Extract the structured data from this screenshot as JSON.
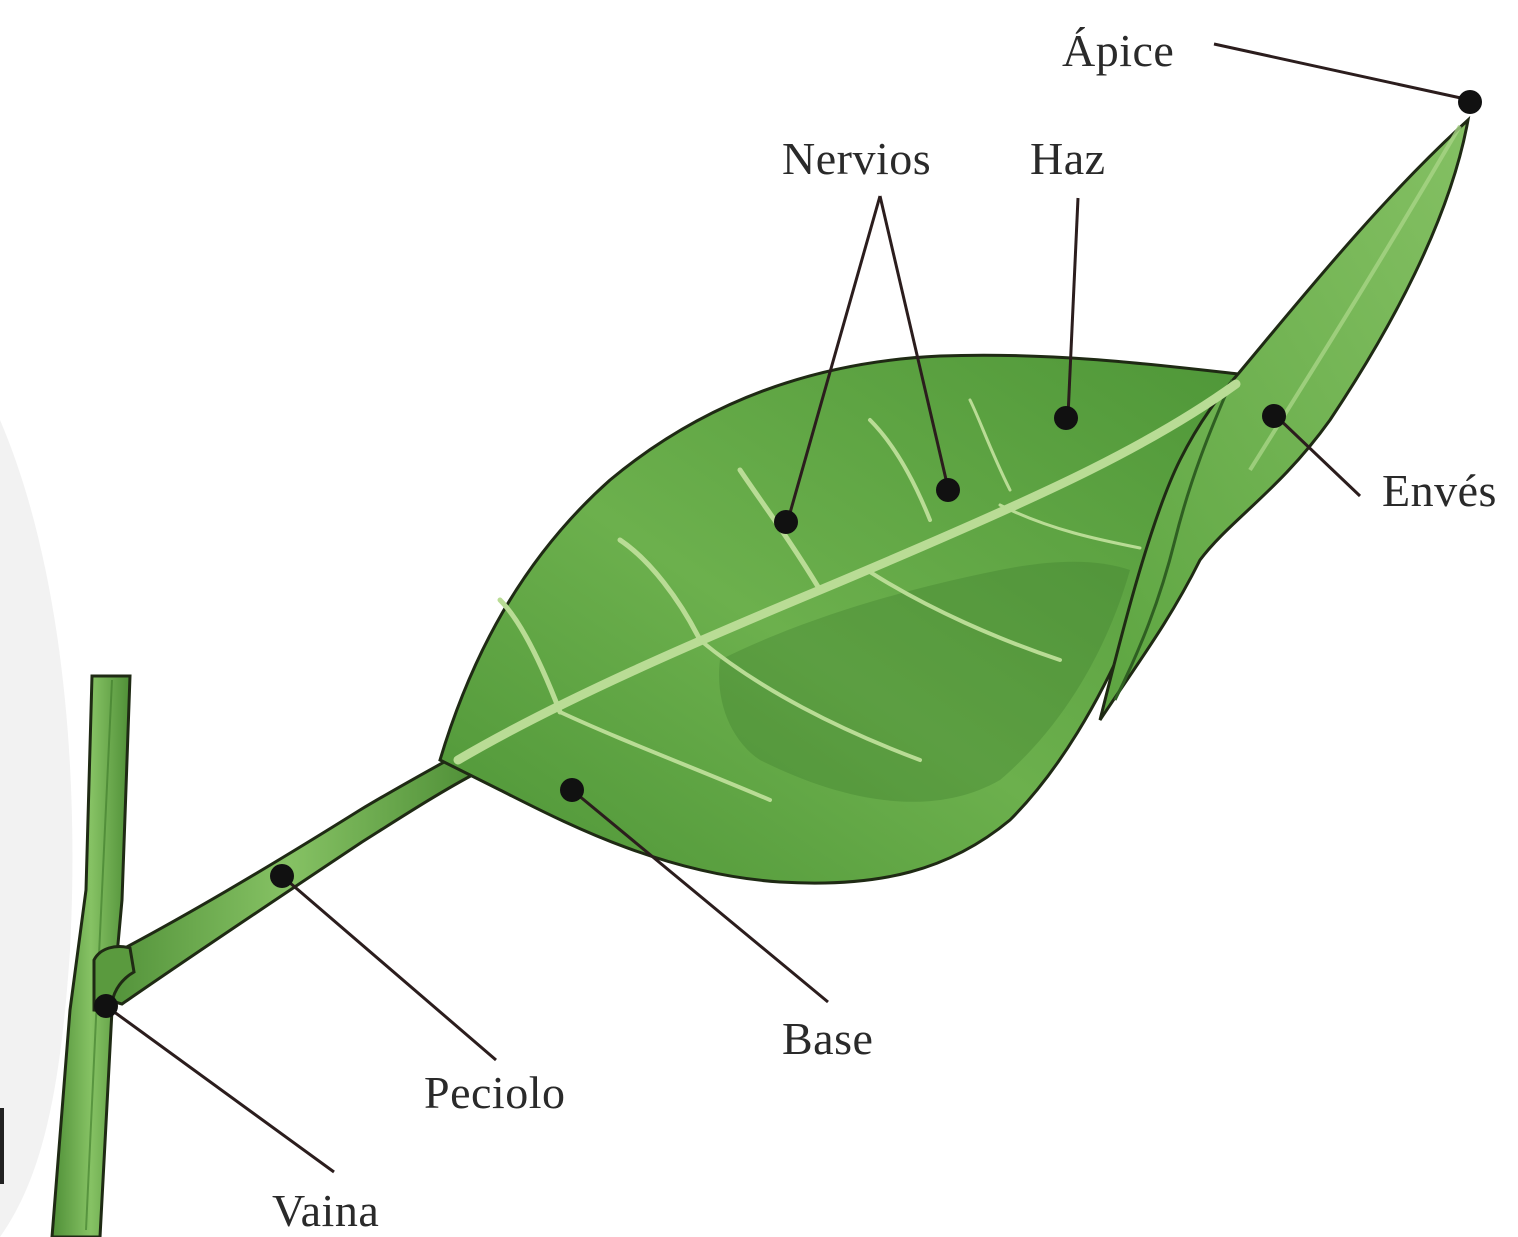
{
  "labels": {
    "apice": "Ápice",
    "nervios": "Nervios",
    "haz": "Haz",
    "enves": "Envés",
    "base": "Base",
    "peciolo": "Peciolo",
    "vaina": "Vaina"
  },
  "colors": {
    "leaf_light": "#86c264",
    "leaf_mid": "#5fa843",
    "leaf_dark": "#3f7f2e",
    "vein": "#b9dc95",
    "stem": "#6fae4d",
    "outline": "#1f2a14",
    "leader": "#2b1d1d"
  }
}
